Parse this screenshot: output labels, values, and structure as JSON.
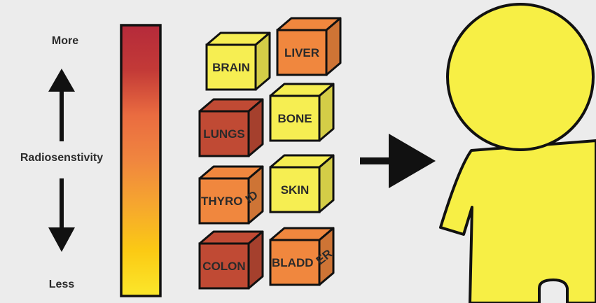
{
  "scale": {
    "top_label": "More",
    "middle_label": "Radiosenstivity",
    "bottom_label": "Less"
  },
  "gradient_stops": [
    "#b52a3a",
    "#c33a37",
    "#ea6c40",
    "#f0863f",
    "#f6a72e",
    "#fbca14",
    "#fbe72b"
  ],
  "organs": [
    {
      "label": "BRAIN",
      "color": "#f6ee52"
    },
    {
      "label": "LIVER",
      "color": "#f0873e"
    },
    {
      "label": "LUNGS",
      "color": "#c04a34"
    },
    {
      "label": "BONE",
      "color": "#f6ee52"
    },
    {
      "label": "THYROID",
      "color": "#f0873e"
    },
    {
      "label": "SKIN",
      "color": "#f6ee52"
    },
    {
      "label": "COLON",
      "color": "#c04a34"
    },
    {
      "label": "BLADDER",
      "color": "#f0873e"
    }
  ],
  "figure_color": "#f7ef45",
  "stroke_color": "#111111"
}
